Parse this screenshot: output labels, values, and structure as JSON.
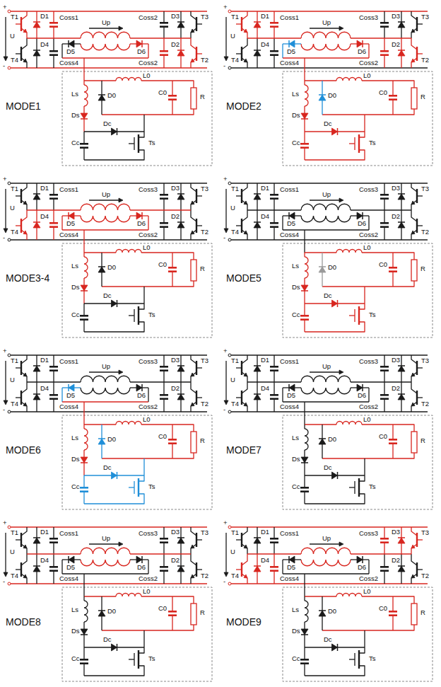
{
  "diagram": {
    "labels": [
      "+",
      "-",
      "U",
      "T1",
      "D1",
      "Coss1",
      "Coss2",
      "D3",
      "T3",
      "T4",
      "D4",
      "Coss4",
      "Up",
      "D5",
      "D6",
      "Coss2",
      "D2",
      "T2",
      "L0",
      "Ls",
      "D0",
      "C0",
      "R",
      "Ds",
      "Dc",
      "Cc",
      "Ts",
      "MODE1",
      "+",
      "-",
      "U",
      "T1",
      "D1",
      "Coss1",
      "Coss3",
      "D3",
      "T3",
      "T4",
      "D4",
      "Coss4",
      "Up",
      "D5",
      "D6",
      "Coss2",
      "D2",
      "T2",
      "L0",
      "Ls",
      "D0",
      "C0",
      "R",
      "Ds",
      "Dc",
      "Cc",
      "Ts",
      "MODE2",
      "+",
      "-",
      "U",
      "T1",
      "D1",
      "Coss1",
      "Coss3",
      "D3",
      "T3",
      "T4",
      "D4",
      "Coss4",
      "Up",
      "D5",
      "D6",
      "Coss2",
      "D2",
      "T2",
      "L0",
      "Ls",
      "D0",
      "C0",
      "R",
      "Ds",
      "Dc",
      "Cc",
      "Ts",
      "MODE3-4",
      "+",
      "-",
      "U",
      "T1",
      "D1",
      "Coss1",
      "Coss3",
      "D3",
      "T3",
      "T4",
      "D4",
      "Coss4",
      "Up",
      "D5",
      "D6",
      "Coss2",
      "D2",
      "T2",
      "L0",
      "Ls",
      "D0",
      "C0",
      "R",
      "Ds",
      "Dc",
      "Cc",
      "Ts",
      "MODE5",
      "+",
      "-",
      "U",
      "T1",
      "D1",
      "Coss1",
      "Coss3",
      "D3",
      "T3",
      "T4",
      "D4",
      "Coss4",
      "Up",
      "D5",
      "D6",
      "Coss2",
      "D2",
      "T2",
      "L0",
      "Ls",
      "D0",
      "C0",
      "R",
      "Ds",
      "Dc",
      "Cc",
      "Ts",
      "MODE6",
      "+",
      "-",
      "U",
      "T1",
      "D1",
      "Coss1",
      "Coss3",
      "D3",
      "T3",
      "T4",
      "D4",
      "Coss4",
      "Up",
      "D5",
      "D6",
      "Coss2",
      "D2",
      "T2",
      "L0",
      "Ls",
      "D0",
      "C0",
      "R",
      "Ds",
      "Dc",
      "Cc",
      "Ts",
      "MODE7",
      "+",
      "-",
      "U",
      "T1",
      "D1",
      "Coss1",
      "Coss3",
      "D3",
      "T3",
      "T4",
      "D4",
      "Coss4",
      "Up",
      "D5",
      "D6",
      "Coss2",
      "D2",
      "T2",
      "L0",
      "Ls",
      "D0",
      "C0",
      "R",
      "Ds",
      "Dc",
      "Cc",
      "Ts",
      "MODE8",
      "+",
      "-",
      "U",
      "T1",
      "D1",
      "Coss1",
      "Coss3",
      "D3",
      "T3",
      "T4",
      "D4",
      "Coss4",
      "Up",
      "D5",
      "D6",
      "Coss2",
      "D2",
      "T2",
      "L0",
      "Ls",
      "D0",
      "C0",
      "R",
      "Ds",
      "Dc",
      "Cc",
      "Ts",
      "MODE9"
    ]
  }
}
